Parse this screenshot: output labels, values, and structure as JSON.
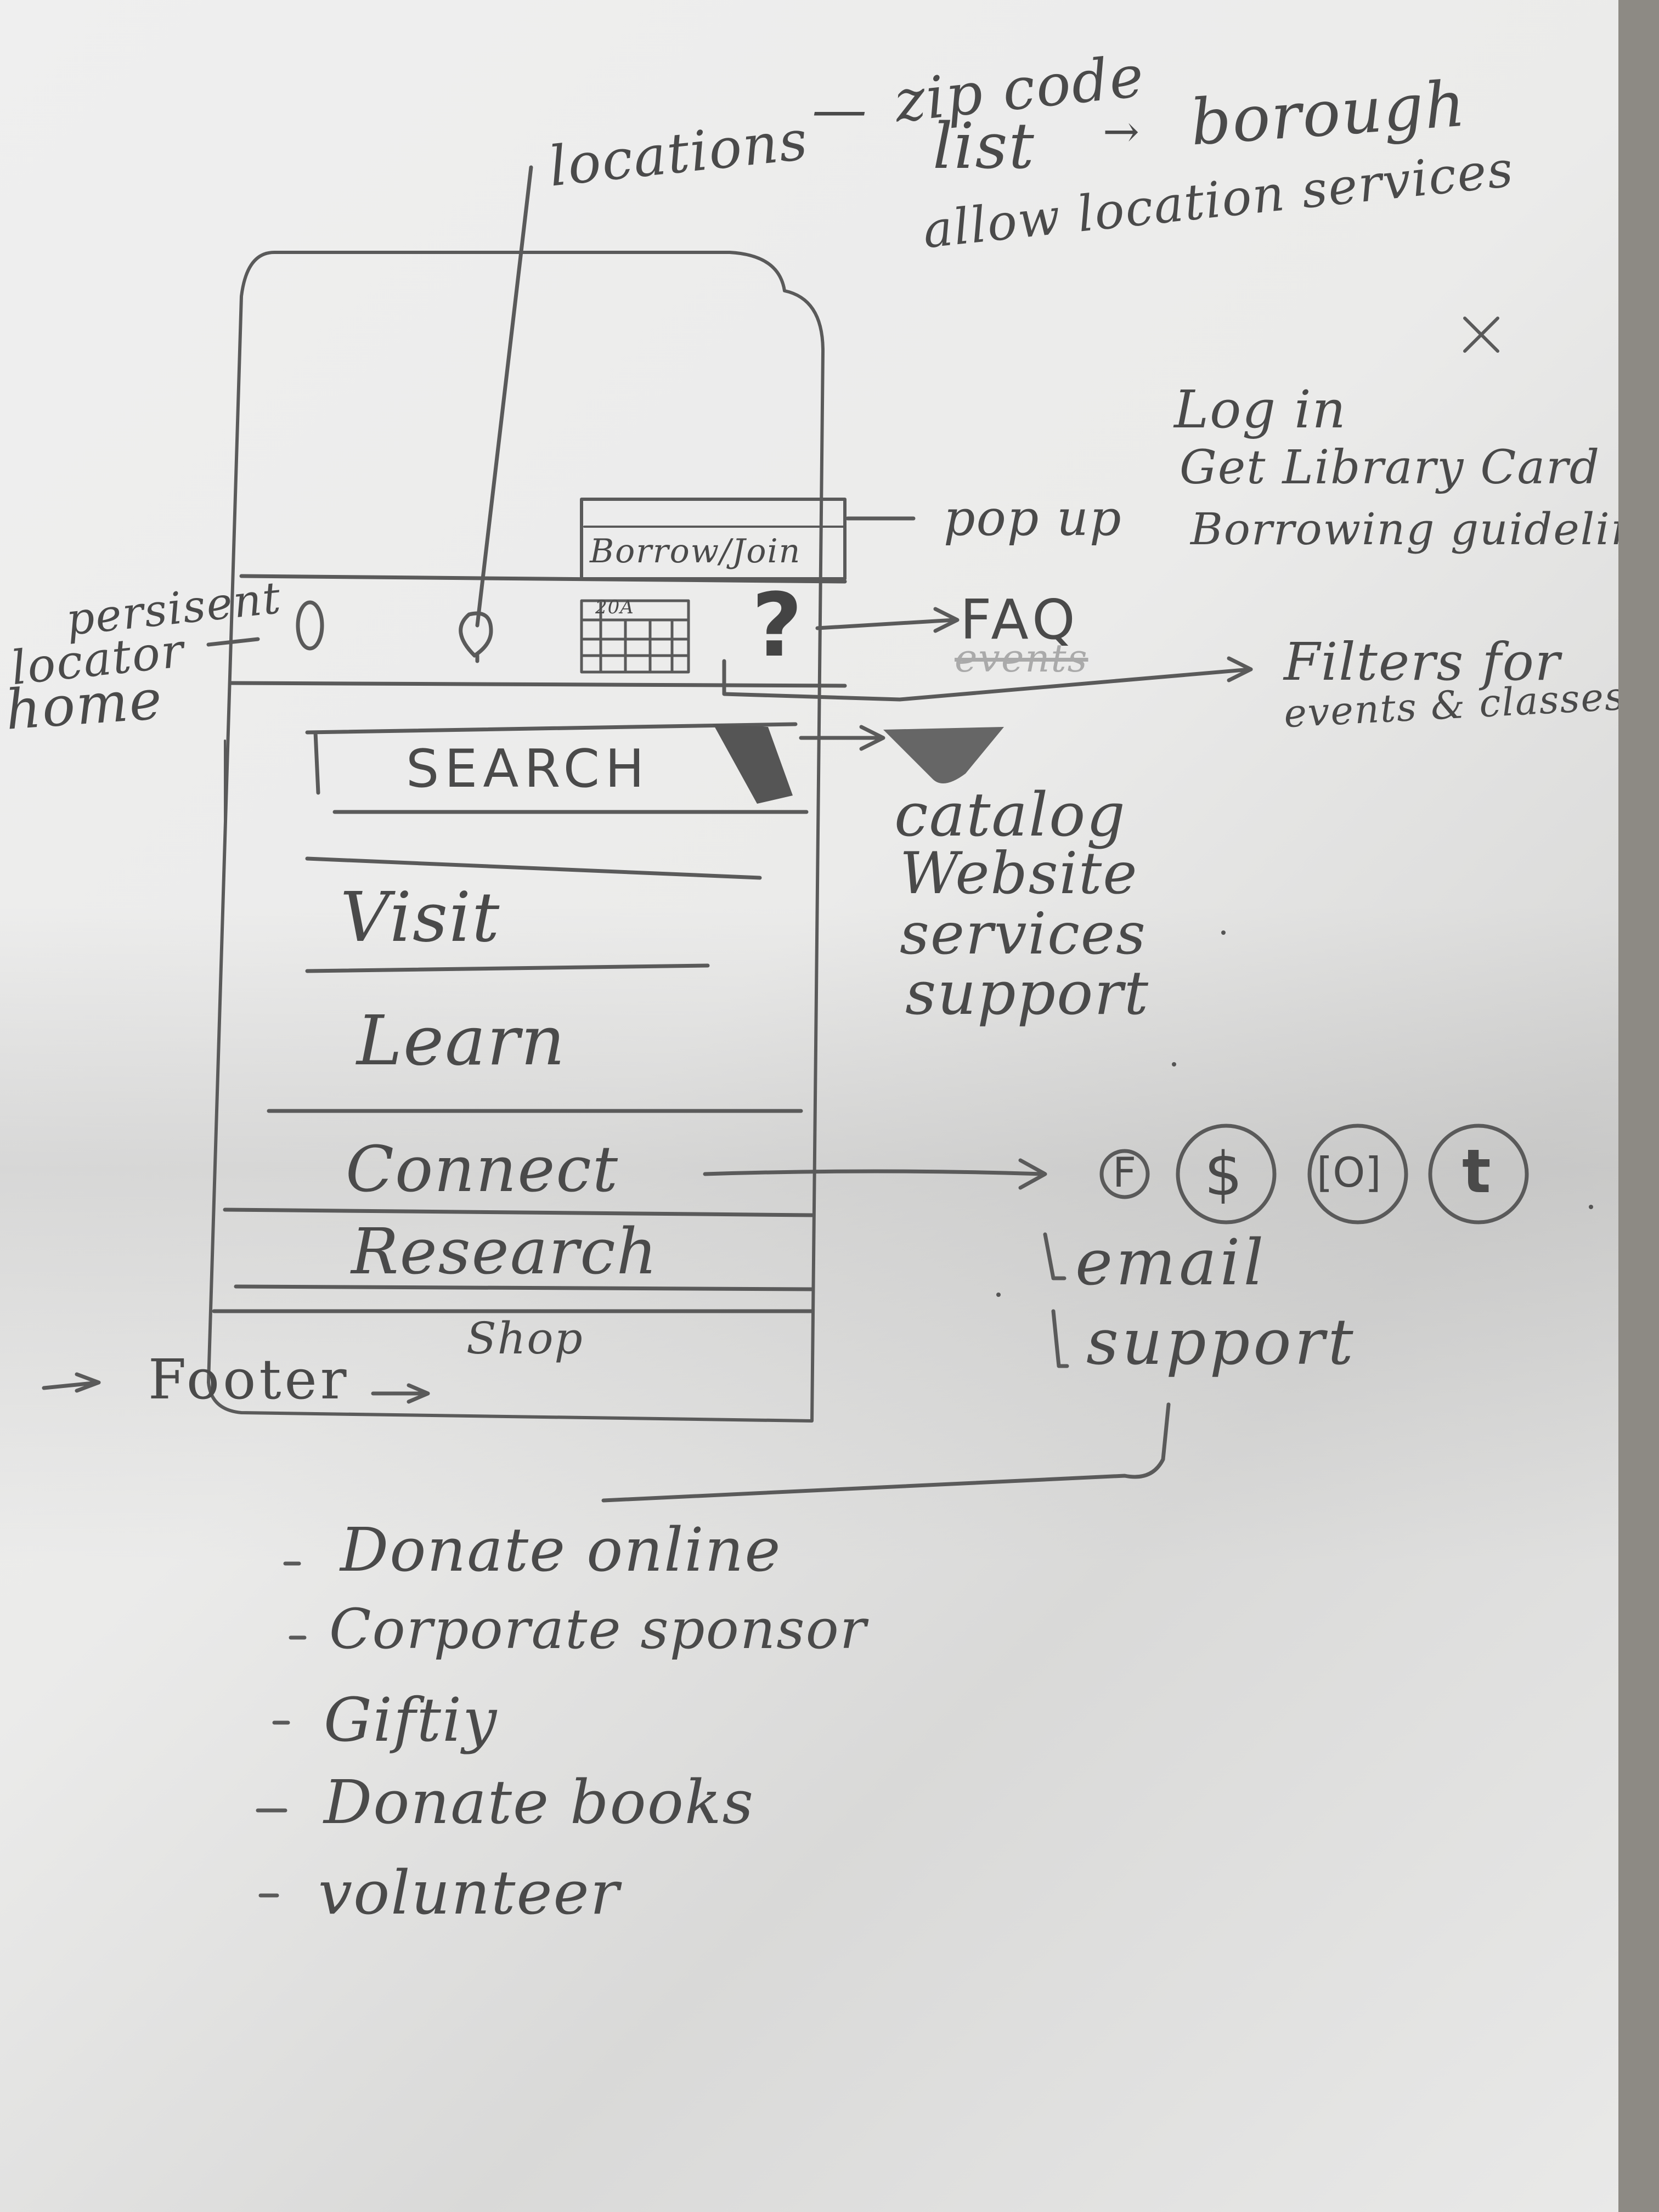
{
  "top_notes": {
    "locations": "locations",
    "zip_code": "zip code",
    "list": "list",
    "borough": "borough",
    "allow_location_services": "allow location services"
  },
  "popup_notes": {
    "close": "×",
    "items": [
      "Log in",
      "Get Library Card",
      "Borrowing guidelines"
    ],
    "label": "pop up"
  },
  "phone": {
    "borrow_join_button": "Borrow/Join",
    "calendar_label": "20A",
    "help_glyph": "?",
    "search_label": "SEARCH",
    "nav": [
      "Visit",
      "Learn",
      "Connect",
      "Research",
      "Shop"
    ]
  },
  "side_notes": {
    "persistent_locator_home": [
      "persisent",
      "locator",
      "home"
    ],
    "faq": "FAQ",
    "events_crossed": "events",
    "filters": [
      "Filters for",
      "events & classes"
    ],
    "search_dropdown": [
      "catalog",
      "Website",
      "services",
      "support"
    ],
    "social_icons": [
      "F",
      "$",
      "[O]",
      "t"
    ],
    "connect_options": [
      "email",
      "support"
    ],
    "footer": "Footer"
  },
  "support_list": [
    "Donate online",
    "Corporate sponsor",
    "Giftiy",
    "Donate books",
    "volunteer"
  ],
  "colors": {
    "paper": "#ecebe9",
    "pencil": "#4a4a4a",
    "background": "#8d8a84"
  }
}
